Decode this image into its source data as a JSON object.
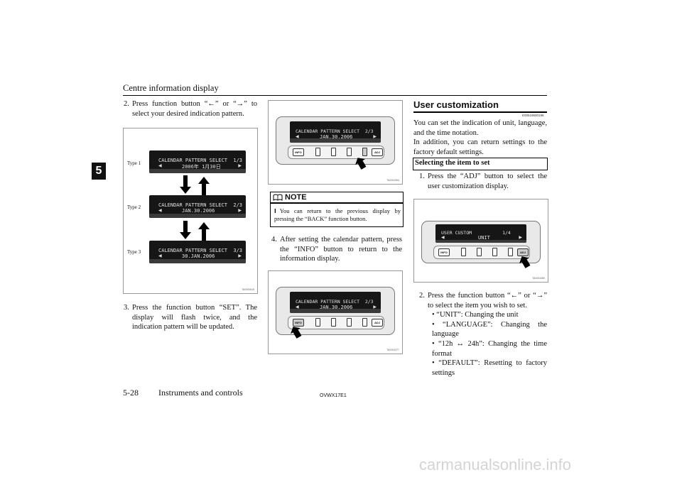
{
  "header": {
    "title": "Centre information display",
    "tab": "5"
  },
  "left": {
    "step2": {
      "num": "2.",
      "text": "Press function button “←” or “→” to select your desired indication pattern."
    },
    "figure_code": "TA0000815",
    "types": [
      {
        "label": "Type 1",
        "line1": "CALENDAR PATTERN SELECT  1/3",
        "line2": "2006年 1月30日"
      },
      {
        "label": "Type 2",
        "line1": "CALENDAR PATTERN SELECT  2/3",
        "line2": "JAN.30.2006"
      },
      {
        "label": "Type 3",
        "line1": "CALENDAR PATTERN SELECT  3/3",
        "line2": "30.JAN.2006"
      }
    ],
    "step3": {
      "num": "3.",
      "text": "Press the function button “SET”. The display will flash twice, and the indication pattern will be updated."
    }
  },
  "middle": {
    "fig1": {
      "code": "TA0004364",
      "line1": "CALENDAR PATTERN SELECT  2/3",
      "line2": "JAN.30.2006",
      "buttons": [
        "INFO",
        "ADJ"
      ]
    },
    "note": {
      "title": "NOTE",
      "bullet": "l",
      "text": "You can return to the previous display by pressing the “BACK” function button."
    },
    "step4": {
      "num": "4.",
      "text": "After setting the calendar pattern, press the “INFO” button to return to the information display."
    },
    "fig2": {
      "code": "TA0004377",
      "line1": "CALENDAR PATTERN SELECT  2/3",
      "line2": "JAN.30.2006",
      "buttons": [
        "INFO",
        "ADJ"
      ]
    }
  },
  "right": {
    "section_title": "User customization",
    "section_code": "E00519600196",
    "intro": "You can set the indication of unit, language, and the time notation.",
    "intro2": "In addition, you can return settings to the factory default settings.",
    "subheading": "Selecting the item to set",
    "step1": {
      "num": "1.",
      "text": "Press the “ADJ” button to select the user customization display."
    },
    "fig": {
      "code": "TA0004380",
      "line1": "USER CUSTOM           1/4",
      "line2": "UNIT",
      "buttons": [
        "INFO",
        "ADJ"
      ]
    },
    "step2": {
      "num": "2.",
      "text": "Press the function button “←” or “→” to select the item you wish to set."
    },
    "bullets": [
      "• “UNIT”: Changing the unit",
      "• “LANGUAGE”: Changing the language",
      "• “12h ↔ 24h”: Changing the time format",
      "• “DEFAULT”: Resetting to factory settings"
    ]
  },
  "footer": {
    "page": "5-28",
    "title": "Instruments and controls",
    "code": "OVWX17E1"
  },
  "watermark": "carmanualsonline.info"
}
